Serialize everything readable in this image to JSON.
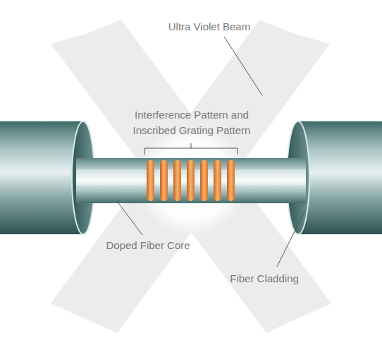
{
  "diagram": {
    "labels": [
      "Ultra Violet Beam",
      "Interference Pattern and Inscribed Grating Pattern",
      "Doped Fiber Core",
      "Fiber Cladding"
    ]
  }
}
